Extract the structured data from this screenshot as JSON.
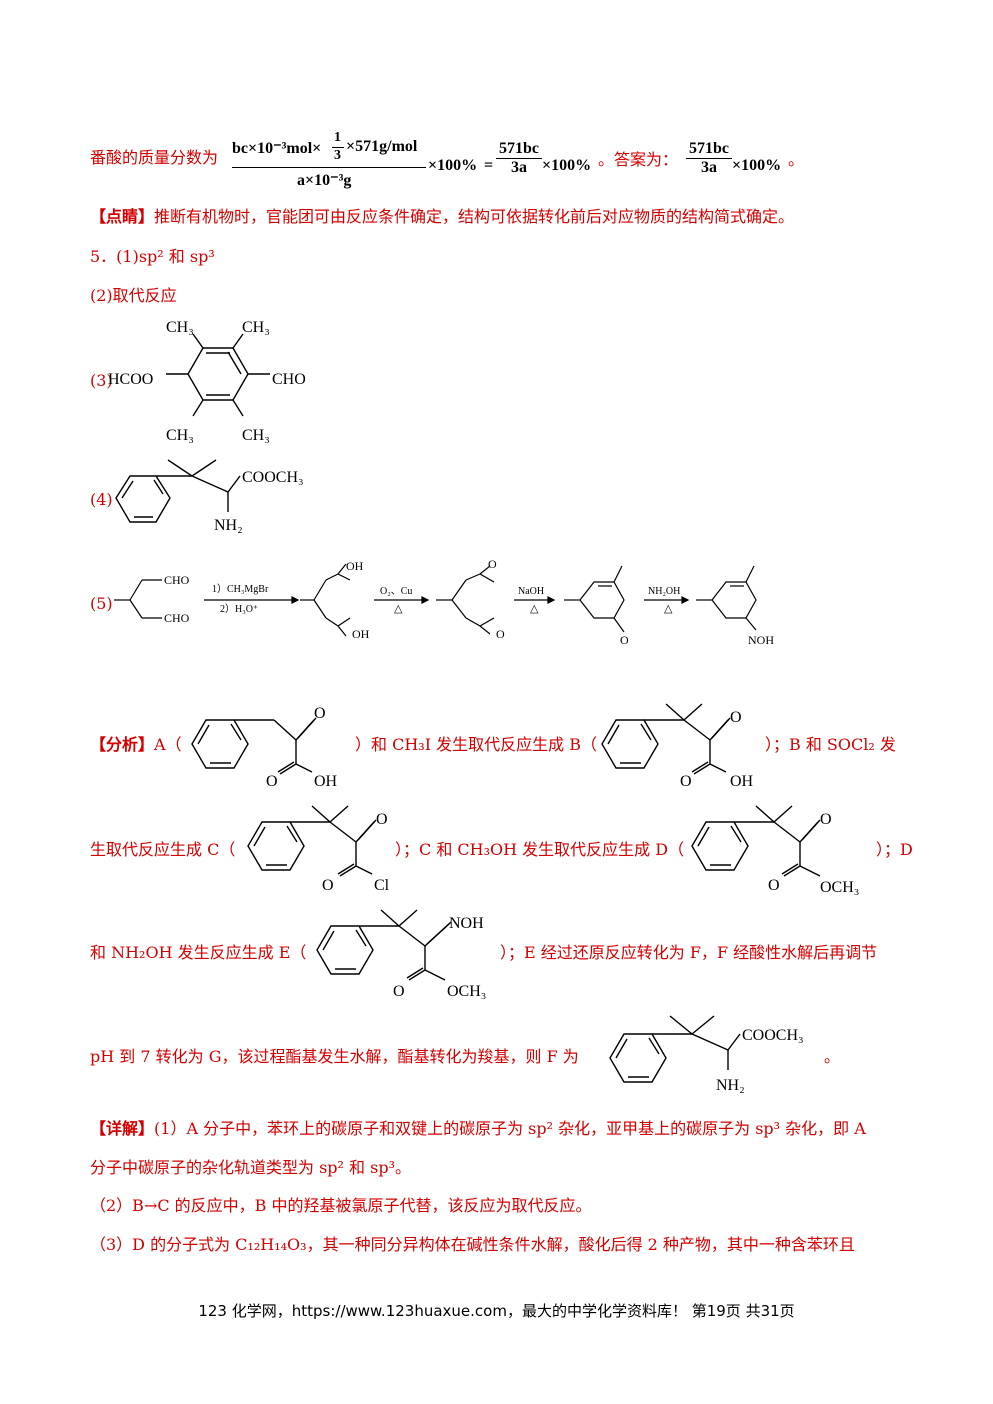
{
  "intro": {
    "prefix": "番酸的质量分数为",
    "fraction_num": "bc×10⁻³mol×",
    "fraction_sub_num": "1",
    "fraction_sub_den": "3",
    "fraction_num_tail": "×571g/mol",
    "fraction_den": "a×10⁻³g",
    "after_frac": "×100%",
    "equals": "=",
    "rhs_num": "571bc",
    "rhs_den": "3a",
    "rhs_tail": "×100%",
    "answer_label": "。答案为：",
    "ans_num": "571bc",
    "ans_den": "3a",
    "ans_tail": "×100%",
    "end_mark": "。"
  },
  "dianjing": {
    "tag": "【点睛】",
    "text": "推断有机物时，官能团可由反应条件确定，结构可依据转化前后对应物质的结构简式确定。"
  },
  "q5": {
    "a1": "5．(1)sp² 和 sp³",
    "a2": "(2)取代反应",
    "a3_label": "(3)",
    "a4_label": "(4)",
    "a5_label": "(5)"
  },
  "structures": {
    "s3": {
      "hcoo": "HCOO",
      "cho": "CHO",
      "ch3": "CH₃"
    },
    "s4": {
      "cooch3": "COOCH₃",
      "nh2": "NH₂"
    },
    "s5": {
      "cho": "CHO",
      "step1a": "1）CH₃MgBr",
      "step1b": "2）H₃O⁺",
      "oh": "OH",
      "step2": "O₂、Cu",
      "delta": "△",
      "step3": "NaOH",
      "o": "O",
      "step4": "NH₂OH",
      "noh": "NOH"
    },
    "fx": {
      "o": "O",
      "oh": "OH",
      "cl": "Cl",
      "och3": "OCH₃",
      "noh": "NOH",
      "cooch3": "COOCH₃",
      "nh2": "NH₂"
    }
  },
  "fenxi": {
    "tag": "【分析】",
    "l1a": "A（",
    "l1b": "）和 CH₃I 发生取代反应生成 B（",
    "l1c": "）；B 和 SOCl₂ 发",
    "l2a": "生取代反应生成 C（",
    "l2b": "）；C 和 CH₃OH 发生取代反应生成 D（",
    "l2c": "）；D",
    "l3a": "和 NH₂OH 发生反应生成 E（",
    "l3b": "）；E 经过还原反应转化为 F，F 经酸性水解后再调节",
    "l4a": "pH 到 7 转化为 G，该过程酯基发生水解，酯基转化为羧基，则 F 为",
    "l4b": "。"
  },
  "xiangjie": {
    "tag": "【详解】",
    "p1a": "(1）A 分子中，苯环上的碳原子和双键上的碳原子为 sp² 杂化，亚甲基上的碳原子为 sp³ 杂化，即 A",
    "p1b": "分子中碳原子的杂化轨道类型为 sp² 和 sp³。",
    "p2": "（2）B→C 的反应中，B 中的羟基被氯原子代替，该反应为取代反应。",
    "p3": "（3）D 的分子式为 C₁₂H₁₄O₃，其一种同分异构体在碱性条件水解，酸化后得 2 种产物，其中一种含苯环且"
  },
  "footer": {
    "text": "123 化学网，https://www.123huaxue.com，最大的中学化学资料库！ 第19页 共31页"
  }
}
